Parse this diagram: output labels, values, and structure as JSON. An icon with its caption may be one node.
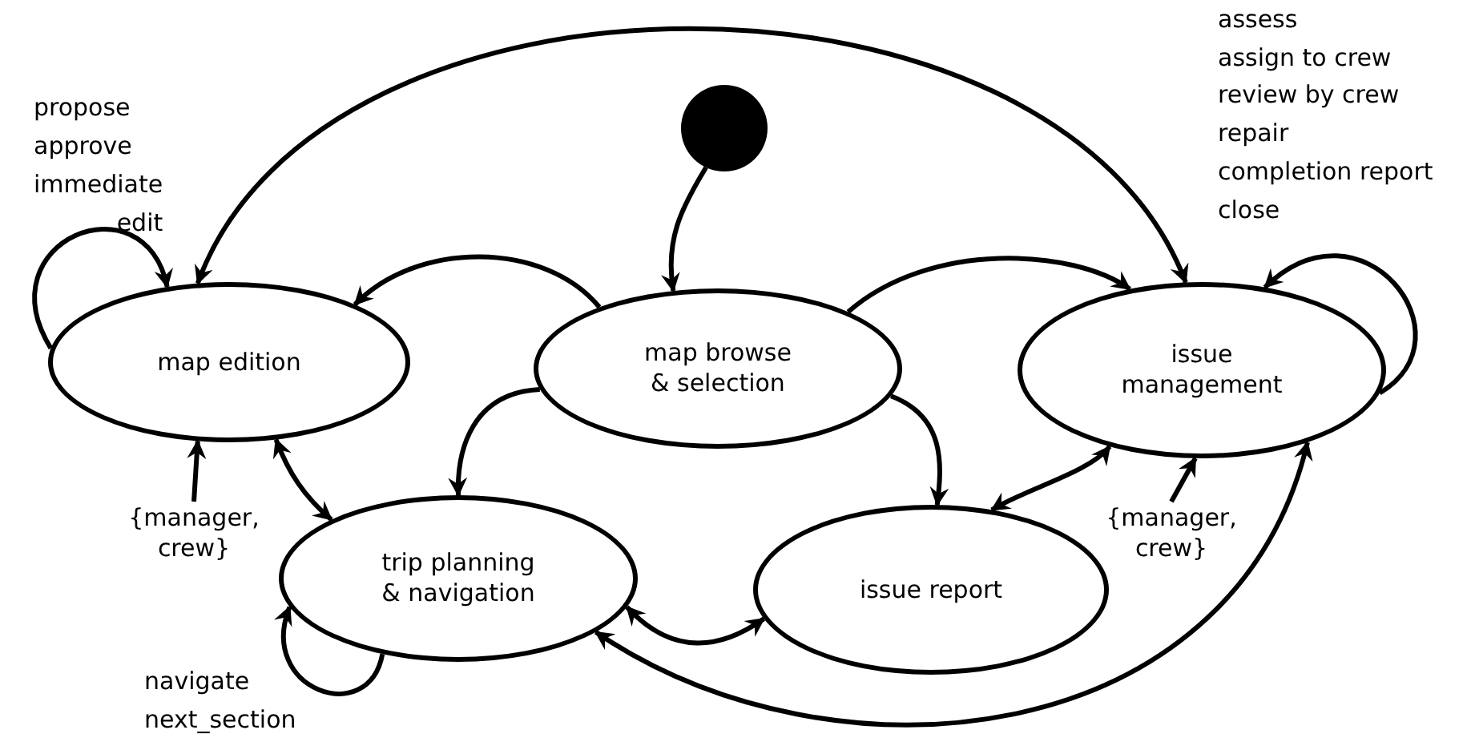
{
  "diagram": {
    "nodes": [
      {
        "text": [],
        "shape": "circle"
      },
      {
        "text": [
          "map edition"
        ]
      },
      {
        "text": [
          "map browse & selection"
        ]
      },
      {
        "text": [
          "issue management"
        ]
      },
      {
        "text": [
          "{manager, crew}"
        ]
      },
      {
        "text": [
          "trip planning & navigation"
        ]
      },
      {
        "text": [
          "issue report"
        ]
      },
      {
        "text": [
          "{manager, crew}"
        ]
      }
    ],
    "edges": [
      {
        "from": 0,
        "to": 2,
        "arrow": "to"
      },
      {
        "from": 2,
        "to": 1,
        "arrow": "to"
      },
      {
        "from": 2,
        "to": 3,
        "arrow": "to"
      },
      {
        "from": 2,
        "to": 5,
        "arrow": "to"
      },
      {
        "from": 2,
        "to": 6,
        "arrow": "to"
      },
      {
        "from": 1,
        "to": 3,
        "arrow": "both"
      },
      {
        "from": 1,
        "to": 5,
        "arrow": "both"
      },
      {
        "from": 5,
        "to": 6,
        "arrow": "both"
      },
      {
        "from": 6,
        "to": 3,
        "arrow": "both"
      },
      {
        "from": 5,
        "to": 3,
        "arrow": "both"
      },
      {
        "from": 4,
        "to": 1,
        "arrow": "to"
      },
      {
        "from": 7,
        "to": 3,
        "arrow": "to"
      },
      {
        "from": 1,
        "to": 1,
        "arrow": "to"
      },
      {
        "from": 3,
        "to": 3,
        "arrow": "to"
      },
      {
        "from": 5,
        "to": 5,
        "arrow": "to"
      }
    ],
    "labels": [
      "propose",
      "approve",
      "immediate edit",
      "assess",
      "assign to crew",
      "review by crew",
      "repair",
      "completion report",
      "close",
      "navigate",
      "next_section"
    ]
  }
}
